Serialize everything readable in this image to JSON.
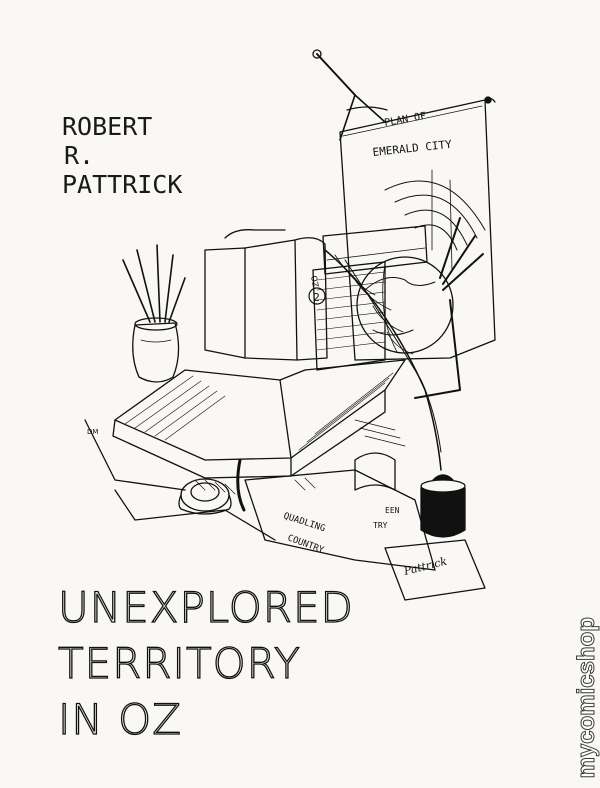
{
  "author": {
    "line1": "ROBERT",
    "line2": "R.",
    "line3": "PATTRICK"
  },
  "title": {
    "line1": "UNEXPLORED",
    "line2": "TERRITORY",
    "line3": "IN OZ"
  },
  "illustration": {
    "map_label_1": "PLAN OF",
    "map_label_2": "EMERALD CITY",
    "scroll_label_1": "QUADLING",
    "scroll_label_2": "COUNTRY",
    "scroll_label_3": "EEN",
    "scroll_label_4": "TRY",
    "book_number": "2",
    "book_spine": "OZ",
    "artist_monogram": "DM",
    "signature": "Pattrick"
  },
  "watermark": "mycomicshop",
  "colors": {
    "ink": "#111111",
    "paper": "#f9f8f4"
  }
}
